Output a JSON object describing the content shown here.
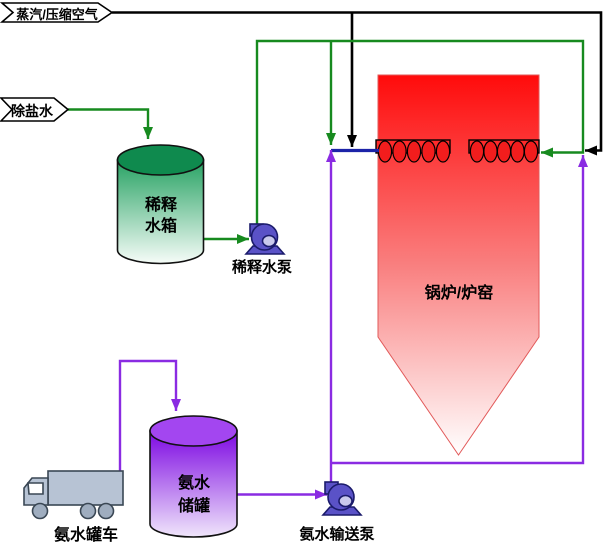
{
  "diagram": {
    "type": "sncr-ammonia-injection-process-flow",
    "inputs": {
      "steam_air": "蒸汽/压缩空气",
      "demin_water": "除盐水"
    },
    "equipment": {
      "dilution_tank": {
        "line1": "稀释",
        "line2": "水箱"
      },
      "dilution_pump": "稀释水泵",
      "boiler": "锅炉/炉窑",
      "ammonia_tank": {
        "line1": "氨水",
        "line2": "储罐"
      },
      "ammonia_truck": "氨水罐车",
      "ammonia_pump": "氨水输送泵"
    },
    "flow_colors": {
      "steam_air_line": "#000000",
      "water_line": "#178a1f",
      "ammonia_line": "#8a2be2",
      "mixed_injection_line": "#1c23a8"
    }
  }
}
